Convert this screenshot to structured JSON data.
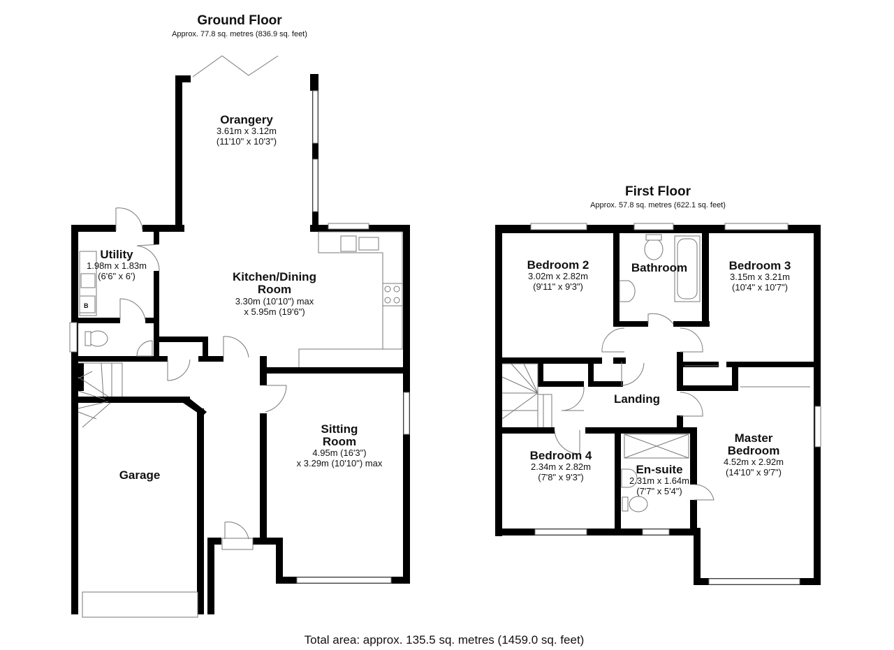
{
  "ground_floor": {
    "title": "Ground Floor",
    "area": "Approx. 77.8 sq. metres (836.9 sq. feet)",
    "rooms": {
      "orangery": {
        "name": "Orangery",
        "dim1": "3.61m x 3.12m",
        "dim2": "(11'10\" x 10'3\")"
      },
      "kitchen": {
        "name1": "Kitchen/Dining",
        "name2": "Room",
        "dim1": "3.30m (10'10\") max",
        "dim2": "x 5.95m (19'6\")"
      },
      "utility": {
        "name": "Utility",
        "dim1": "1.98m x 1.83m",
        "dim2": "(6'6\" x 6')"
      },
      "sitting": {
        "name1": "Sitting",
        "name2": "Room",
        "dim1": "4.95m (16'3\")",
        "dim2": "x 3.29m (10'10\") max"
      },
      "garage": {
        "name": "Garage"
      }
    },
    "boiler_label": "B"
  },
  "first_floor": {
    "title": "First Floor",
    "area": "Approx. 57.8 sq. metres (622.1 sq. feet)",
    "rooms": {
      "bedroom2": {
        "name": "Bedroom 2",
        "dim1": "3.02m x 2.82m",
        "dim2": "(9'11\" x 9'3\")"
      },
      "bathroom": {
        "name": "Bathroom"
      },
      "bedroom3": {
        "name": "Bedroom 3",
        "dim1": "3.15m x 3.21m",
        "dim2": "(10'4\" x 10'7\")"
      },
      "landing": {
        "name": "Landing"
      },
      "bedroom4": {
        "name": "Bedroom 4",
        "dim1": "2.34m x 2.82m",
        "dim2": "(7'8\" x 9'3\")"
      },
      "ensuite": {
        "name": "En-suite",
        "dim1": "2.31m x 1.64m",
        "dim2": "(7'7\" x 5'4\")"
      },
      "master": {
        "name1": "Master",
        "name2": "Bedroom",
        "dim1": "4.52m x 2.92m",
        "dim2": "(14'10\" x 9'7\")"
      }
    }
  },
  "total_area": "Total area: approx. 135.5 sq. metres (1459.0 sq. feet)"
}
